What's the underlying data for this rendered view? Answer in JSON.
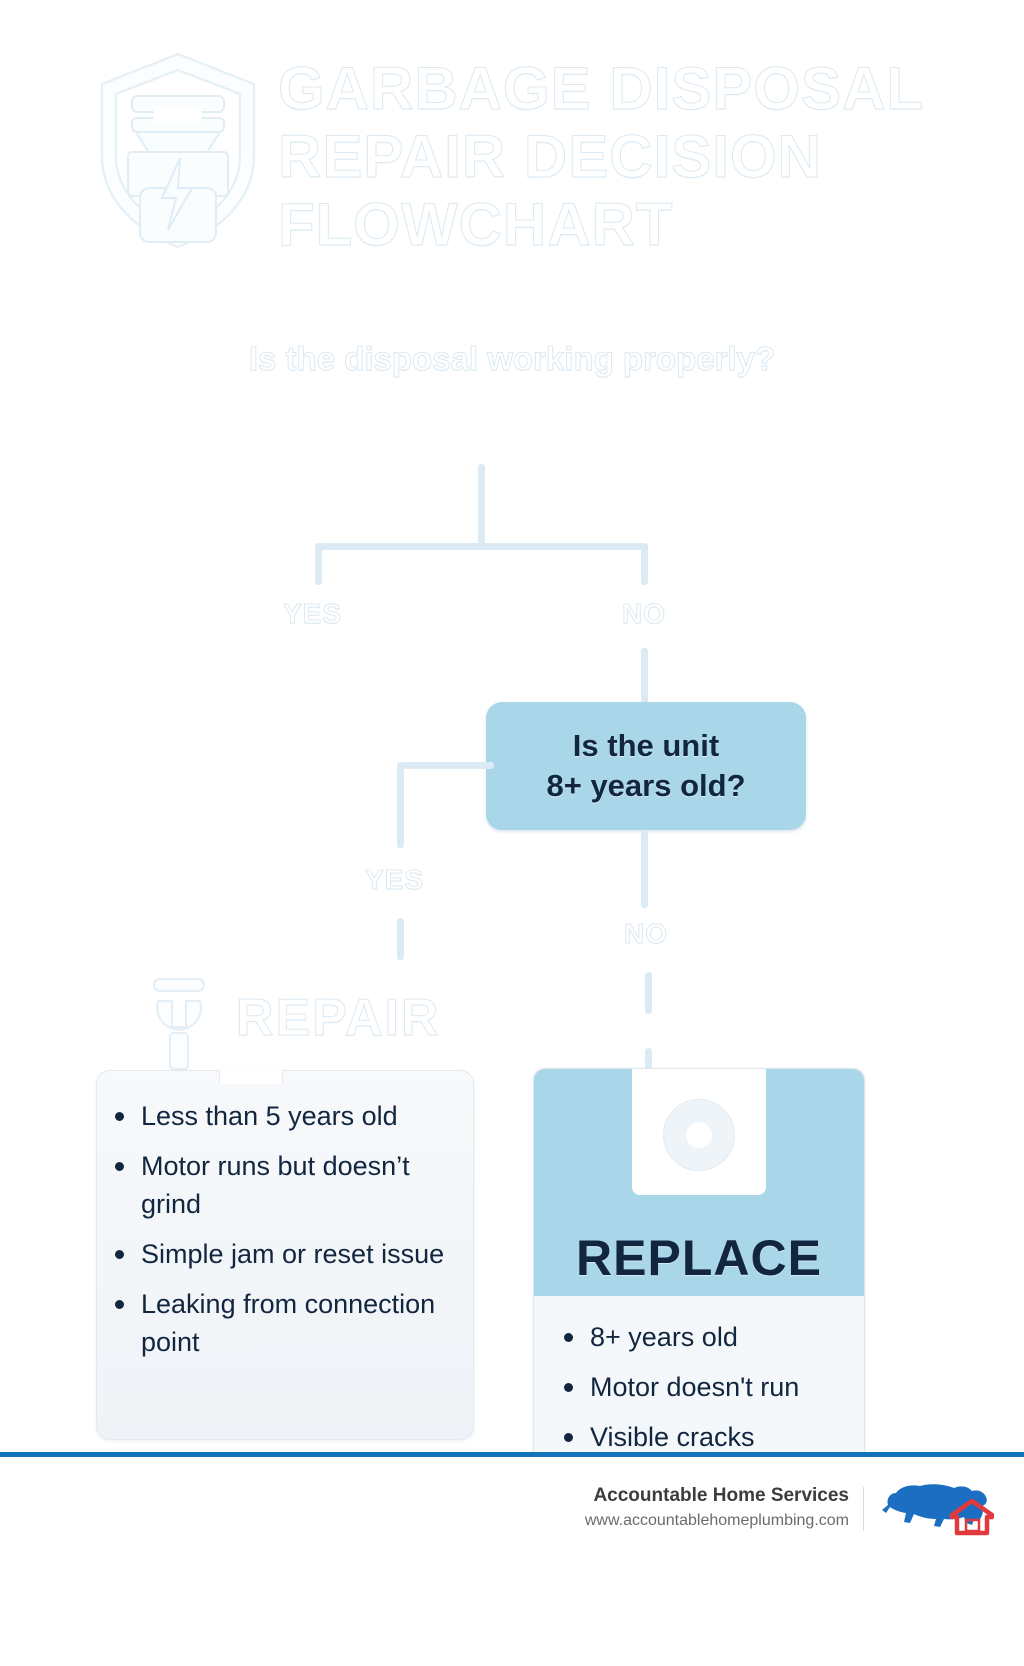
{
  "header": {
    "icon": "shield-disposal-bolt-icon",
    "title_lines": [
      "Garbage Disposal",
      "Repair Decision",
      "Flowchart"
    ],
    "title_full": "Garbage Disposal Repair Decision Flowchart"
  },
  "flow": {
    "root_question": "Is the disposal working properly?",
    "branch1": {
      "yes_label": "YES",
      "no_label": "NO"
    },
    "decision": {
      "line1": "Is the unit",
      "line2": "8+ years old?",
      "fill_color": "#a9d7e9",
      "text_color": "#12263f"
    },
    "branch2": {
      "yes_label": "YES",
      "no_label": "NO"
    },
    "connector_color": "#dceaf3"
  },
  "repair": {
    "icon": "wrench-icon",
    "heading": "REPAIR",
    "items": [
      "Less than 5 years old",
      "Motor runs but doesn’t grind",
      "Simple jam or reset issue",
      "Leaking from connection point"
    ]
  },
  "replace": {
    "icon": "disposal-unit-icon",
    "heading": "REPLACE",
    "header_color": "#a9d7e9",
    "items": [
      "8+ years old",
      "Motor doesn't run",
      "Visible cracks"
    ]
  },
  "footer": {
    "rule_color": "#1273ba",
    "company": "Accountable Home Services",
    "website": "www.accountablehomeplumbing.com",
    "logo": "buffalo-house-logo",
    "logo_colors": {
      "buffalo": "#1b6ec2",
      "house": "#e03a3e"
    }
  }
}
